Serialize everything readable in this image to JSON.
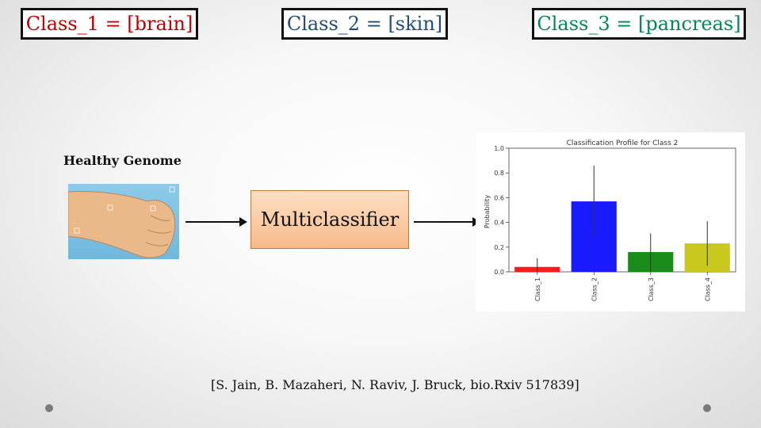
{
  "classes": {
    "class1": {
      "label": "Class_1 = [brain]",
      "color": "#c00000"
    },
    "class2": {
      "label": "Class_2 = [skin]",
      "color": "#1f4e79"
    },
    "class3": {
      "label": "Class_3 = [pancreas]",
      "color": "#00875a"
    }
  },
  "input": {
    "label": "Healthy Genome",
    "image_icon": "arm-fist-photo"
  },
  "classifier": {
    "label": "Multiclassifier"
  },
  "citation": "[S. Jain, B. Mazaheri, N. Raviv, J. Bruck, bio.Rxiv 517839]",
  "chart_data": {
    "type": "bar",
    "title": "Classification Profile for Class 2",
    "ylabel": "Probability",
    "xlabel": "",
    "categories": [
      "Class_1",
      "Class_2",
      "Class_3",
      "Class_4"
    ],
    "values": [
      0.04,
      0.57,
      0.16,
      0.23
    ],
    "error_low": [
      0.0,
      0.28,
      0.0,
      0.05
    ],
    "error_high": [
      0.11,
      0.86,
      0.31,
      0.41
    ],
    "colors": [
      "#ff1a1a",
      "#1a1aff",
      "#1a8c1a",
      "#c8c81e"
    ],
    "ylim": [
      0.0,
      1.0
    ],
    "yticks": [
      "0.0",
      "0.2",
      "0.4",
      "0.6",
      "0.8",
      "1.0"
    ],
    "grid": false
  }
}
